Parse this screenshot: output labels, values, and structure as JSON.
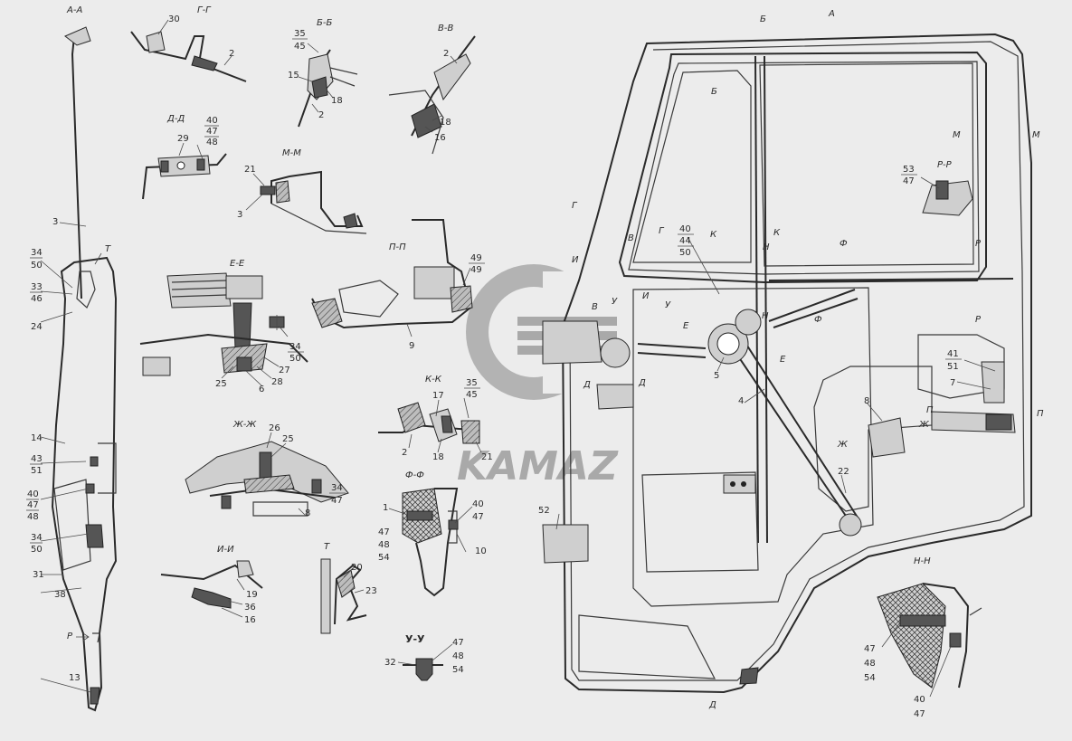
{
  "logo": {
    "text": "KAMAZ",
    "colors": {
      "logo_fill": "#b3b3b3",
      "line": "#2a2a2a",
      "background": "#ececec"
    }
  },
  "views": {
    "aa": {
      "title": "А-А",
      "labels": [
        "3",
        "34",
        "50",
        "33",
        "46",
        "24",
        "14",
        "43",
        "51",
        "40",
        "47",
        "48",
        "34",
        "50",
        "31",
        "38",
        "13",
        "Т",
        "Р"
      ]
    },
    "gg": {
      "title": "Г-Г",
      "labels": [
        "30",
        "2"
      ]
    },
    "bb": {
      "title": "Б-Б",
      "labels": [
        "35",
        "45",
        "15",
        "18",
        "2"
      ]
    },
    "vv": {
      "title": "В-В",
      "labels": [
        "2",
        "18",
        "16"
      ]
    },
    "dd": {
      "title": "Д-Д",
      "labels": [
        "29",
        "40",
        "47",
        "48"
      ]
    },
    "mm": {
      "title": "М-М",
      "labels": [
        "21",
        "3"
      ]
    },
    "pp": {
      "title": "П-П",
      "labels": [
        "49",
        "49",
        "9"
      ]
    },
    "ee": {
      "title": "Е-Е",
      "labels": [
        "34",
        "50",
        "27",
        "28",
        "6",
        "25"
      ]
    },
    "kk": {
      "title": "К-К",
      "labels": [
        "35",
        "45",
        "17",
        "2",
        "18",
        "21"
      ]
    },
    "zhzh": {
      "title": "Ж-Ж",
      "labels": [
        "26",
        "25",
        "34",
        "47",
        "8"
      ]
    },
    "ff": {
      "title": "Ф-Ф",
      "labels": [
        "1",
        "40",
        "47",
        "47",
        "48",
        "54",
        "10"
      ]
    },
    "ii": {
      "title": "И-И",
      "labels": [
        "19",
        "36",
        "16"
      ]
    },
    "t": {
      "title": "Т",
      "labels": [
        "20",
        "23"
      ]
    },
    "uu": {
      "title": "У-У",
      "labels": [
        "32",
        "47",
        "48",
        "54"
      ]
    },
    "nn": {
      "title": "Н-Н",
      "labels": [
        "47",
        "48",
        "54",
        "40",
        "47"
      ]
    },
    "rr": {
      "title": "Р-Р",
      "labels": [
        "53",
        "47"
      ]
    },
    "door": {
      "labels": [
        "40",
        "44",
        "50",
        "5",
        "4",
        "8",
        "22",
        "52",
        "41",
        "51",
        "7"
      ],
      "section_marks": [
        "А",
        "Б",
        "Б",
        "Г",
        "Г",
        "В",
        "В",
        "И",
        "И",
        "У",
        "У",
        "К",
        "К",
        "Н",
        "Н",
        "Е",
        "Е",
        "Ф",
        "Ф",
        "Д",
        "Д",
        "Ж",
        "Ж",
        "П",
        "П",
        "М",
        "М",
        "Р",
        "Р",
        "Д"
      ]
    }
  }
}
